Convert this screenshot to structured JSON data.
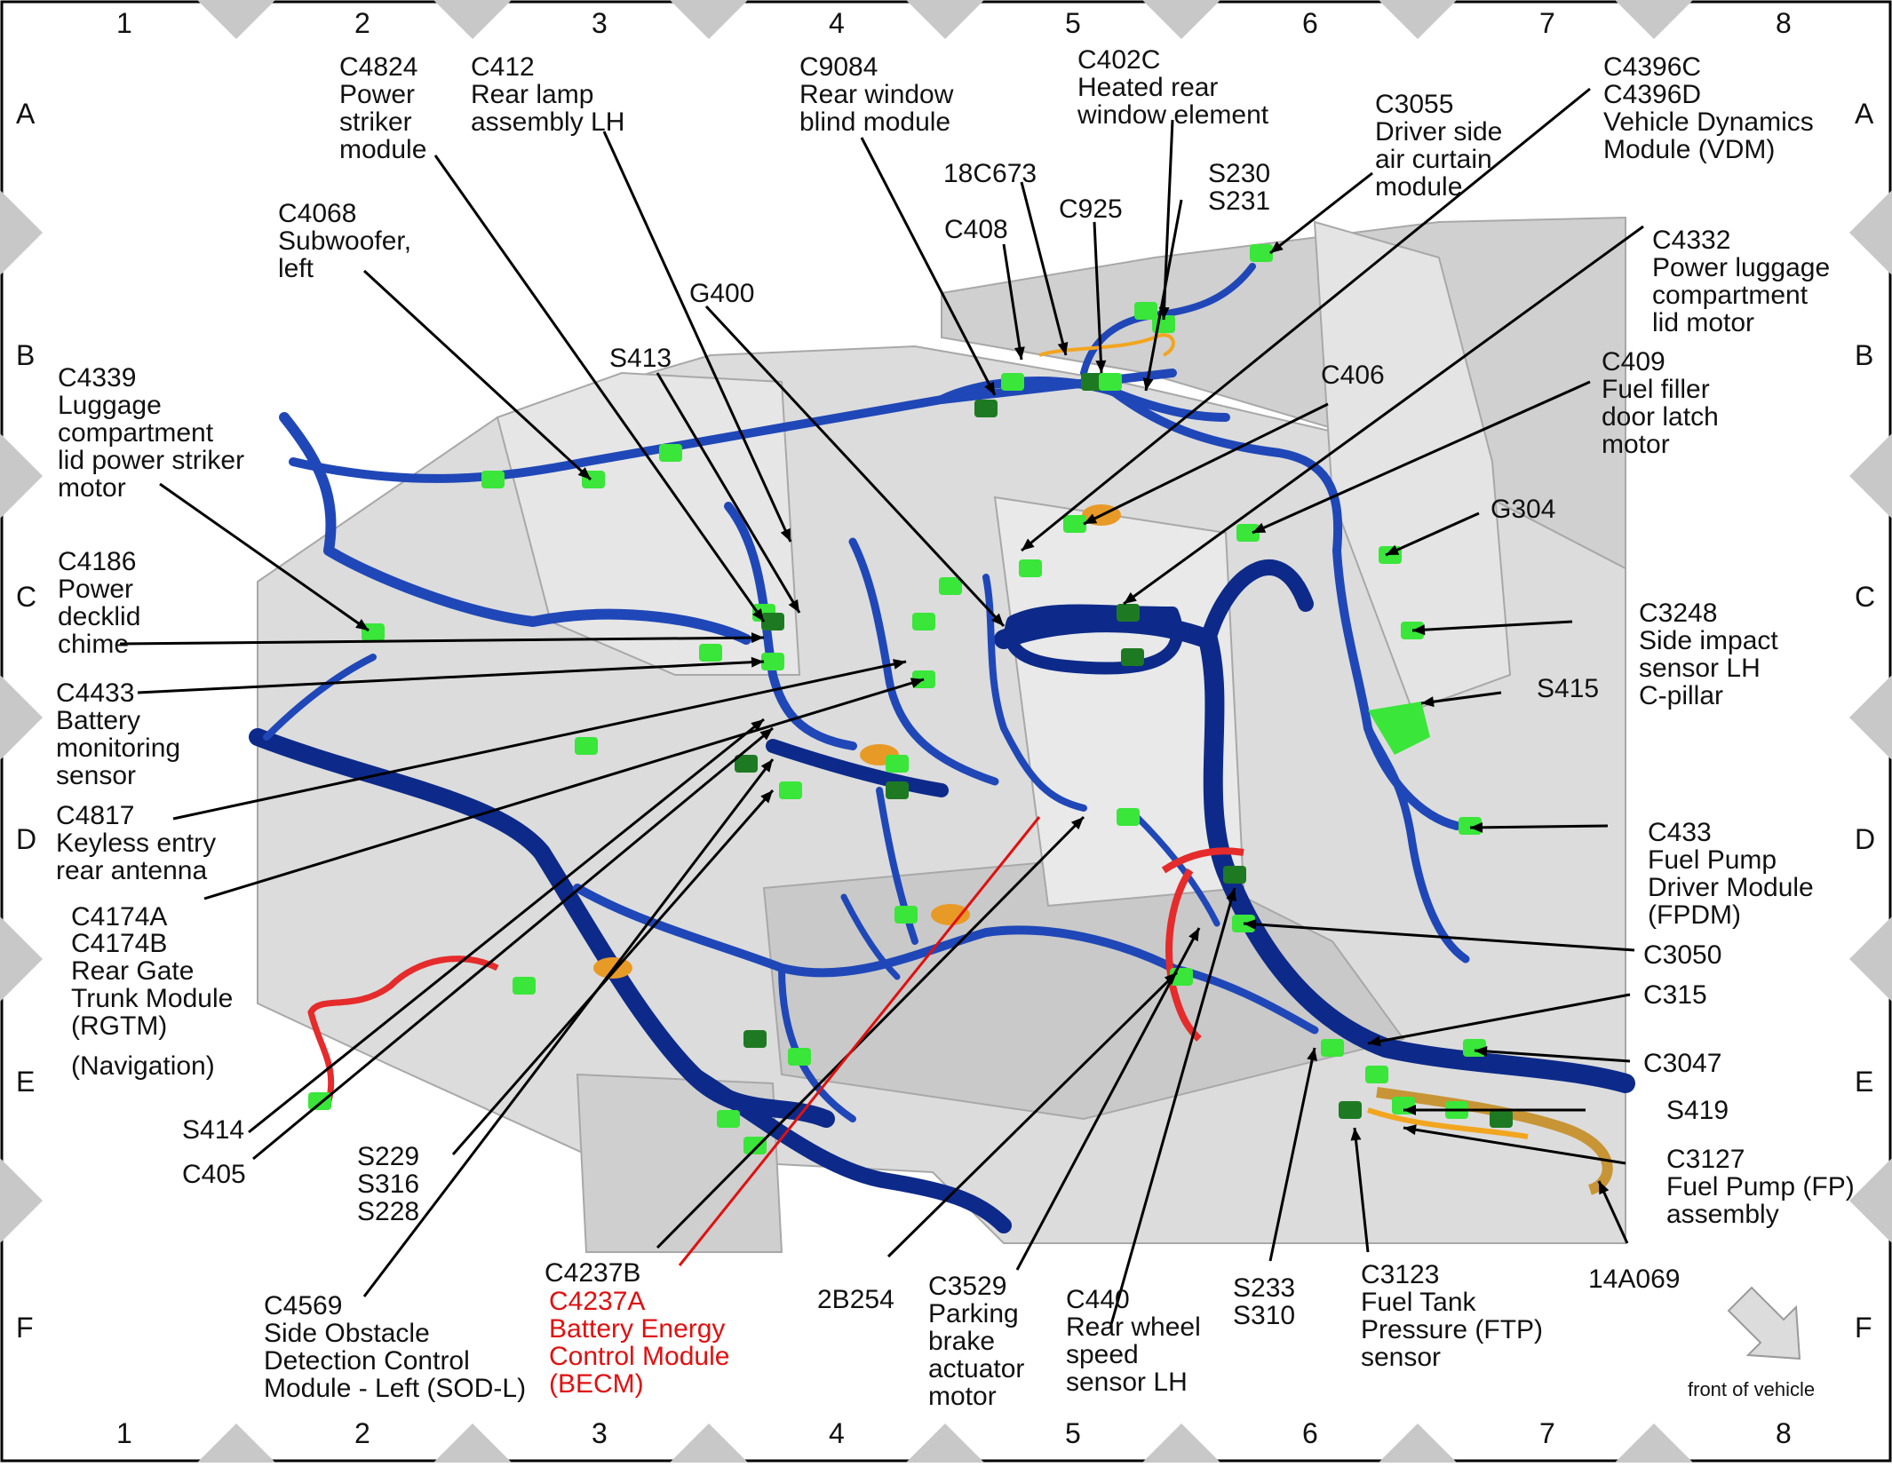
{
  "grid": {
    "columns": [
      "1",
      "2",
      "3",
      "4",
      "5",
      "6",
      "7",
      "8"
    ],
    "rows": [
      "A",
      "B",
      "C",
      "D",
      "E",
      "F"
    ]
  },
  "colors": {
    "harness": "#1f47b8",
    "harness_dark": "#0d2a8a",
    "connector": "#39e639",
    "connector_dark": "#1e7a22",
    "orange_wire": "#f2a51e",
    "red_wire": "#e52b2b",
    "body_panel": "#d9d9d9",
    "highlight_text": "#e01010",
    "frame_tab": "#c8c8c8"
  },
  "orientation": {
    "label": "front of vehicle",
    "icon": "arrow-down-right-icon"
  },
  "callouts": [
    {
      "id": "c4824",
      "lines": [
        "C4824",
        "Power",
        "striker",
        "module"
      ]
    },
    {
      "id": "c412",
      "lines": [
        "C412",
        "Rear lamp",
        "assembly LH"
      ]
    },
    {
      "id": "c9084",
      "lines": [
        "C9084",
        "Rear window",
        "blind module"
      ]
    },
    {
      "id": "c402c",
      "lines": [
        "C402C",
        "Heated rear",
        "window element"
      ]
    },
    {
      "id": "c3055",
      "lines": [
        "C3055",
        "Driver side",
        "air curtain",
        "module"
      ]
    },
    {
      "id": "c4396",
      "lines": [
        "C4396C",
        "C4396D",
        "Vehicle Dynamics",
        "Module (VDM)"
      ]
    },
    {
      "id": "18c673",
      "lines": [
        "18C673"
      ]
    },
    {
      "id": "s230",
      "lines": [
        "S230",
        "S231"
      ]
    },
    {
      "id": "c925",
      "lines": [
        "C925"
      ]
    },
    {
      "id": "c408",
      "lines": [
        "C408"
      ]
    },
    {
      "id": "c4068",
      "lines": [
        "C4068",
        "Subwoofer,",
        "left"
      ]
    },
    {
      "id": "g400",
      "lines": [
        "G400"
      ]
    },
    {
      "id": "c4332",
      "lines": [
        "C4332",
        "Power luggage",
        "compartment",
        "lid motor"
      ]
    },
    {
      "id": "s413",
      "lines": [
        "S413"
      ]
    },
    {
      "id": "c4339",
      "lines": [
        "C4339",
        "Luggage",
        "compartment",
        "lid power striker",
        "motor"
      ]
    },
    {
      "id": "c406",
      "lines": [
        "C406"
      ]
    },
    {
      "id": "c409",
      "lines": [
        "C409",
        "Fuel filler",
        "door latch",
        "motor"
      ]
    },
    {
      "id": "g304",
      "lines": [
        "G304"
      ]
    },
    {
      "id": "c4186",
      "lines": [
        "C4186",
        "Power",
        "decklid",
        "chime"
      ]
    },
    {
      "id": "c3248",
      "lines": [
        "C3248",
        "Side impact",
        "sensor LH",
        "C-pillar"
      ]
    },
    {
      "id": "c4433",
      "lines": [
        "C4433",
        "Battery",
        "monitoring",
        "sensor"
      ]
    },
    {
      "id": "s415",
      "lines": [
        "S415"
      ]
    },
    {
      "id": "c4817",
      "lines": [
        "C4817",
        "Keyless entry",
        "rear antenna"
      ]
    },
    {
      "id": "c433",
      "lines": [
        "C433",
        "Fuel Pump",
        "Driver Module",
        "(FPDM)"
      ]
    },
    {
      "id": "c4174a",
      "lines": [
        "C4174A"
      ]
    },
    {
      "id": "c4174b",
      "lines": [
        "C4174B",
        "Rear Gate",
        "Trunk Module",
        "(RGTM)"
      ]
    },
    {
      "id": "navigation",
      "lines": [
        "(Navigation)"
      ]
    },
    {
      "id": "c3050",
      "lines": [
        "C3050"
      ]
    },
    {
      "id": "c315",
      "lines": [
        "C315"
      ]
    },
    {
      "id": "c3047",
      "lines": [
        "C3047"
      ]
    },
    {
      "id": "s414",
      "lines": [
        "S414"
      ]
    },
    {
      "id": "c405",
      "lines": [
        "C405"
      ]
    },
    {
      "id": "s229",
      "lines": [
        "S229",
        "S316",
        "S228"
      ]
    },
    {
      "id": "s419",
      "lines": [
        "S419"
      ]
    },
    {
      "id": "c3127",
      "lines": [
        "C3127",
        "Fuel Pump (FP)",
        "assembly"
      ]
    },
    {
      "id": "c4237b",
      "lines": [
        "C4237B"
      ]
    },
    {
      "id": "c4237a",
      "lines": [
        "C4237A",
        "Battery Energy",
        "Control Module",
        "(BECM)"
      ]
    },
    {
      "id": "2b254",
      "lines": [
        "2B254"
      ]
    },
    {
      "id": "c3529",
      "lines": [
        "C3529",
        "Parking",
        "brake",
        "actuator",
        "motor"
      ]
    },
    {
      "id": "c440",
      "lines": [
        "C440",
        "Rear wheel",
        "speed",
        "sensor LH"
      ]
    },
    {
      "id": "s233",
      "lines": [
        "S233",
        "S310"
      ]
    },
    {
      "id": "c3123",
      "lines": [
        "C3123",
        "Fuel Tank",
        "Pressure (FTP)",
        "sensor"
      ]
    },
    {
      "id": "14a069",
      "lines": [
        "14A069"
      ]
    },
    {
      "id": "c4569",
      "lines": [
        "C4569",
        "Side Obstacle",
        "Detection Control",
        "Module - Left (SOD-L)"
      ]
    }
  ]
}
